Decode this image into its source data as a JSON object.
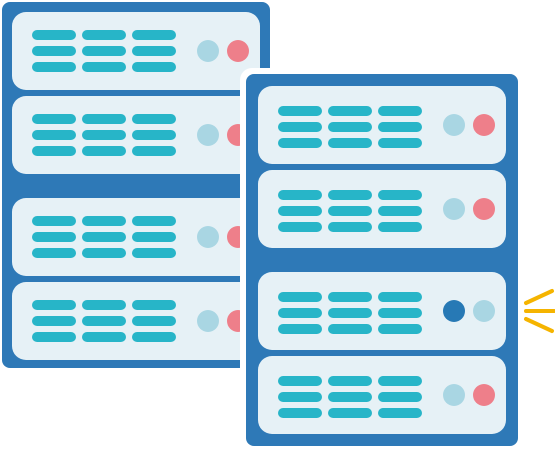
{
  "illustration": {
    "subject": "server-racks-icon",
    "colors": {
      "rack_body": "#2E79B7",
      "unit_face": "#E6F1F6",
      "vent_slot": "#27B5C8",
      "led_idle": "#A9D6E3",
      "led_alert": "#EE7F8A",
      "led_active": "#2779B5",
      "activity_spark": "#F5B400"
    },
    "back_rack": {
      "units": [
        {
          "leds": [
            "idle",
            "alert"
          ]
        },
        {
          "leds": [
            "idle",
            "alert"
          ]
        },
        {
          "leds": [
            "idle",
            "alert"
          ]
        },
        {
          "leds": [
            "idle",
            "alert"
          ]
        }
      ]
    },
    "front_rack": {
      "units": [
        {
          "leds": [
            "idle",
            "alert"
          ]
        },
        {
          "leds": [
            "idle",
            "alert"
          ]
        },
        {
          "leds": [
            "active",
            "idle"
          ],
          "activity": true
        },
        {
          "leds": [
            "idle",
            "alert"
          ]
        }
      ]
    }
  }
}
